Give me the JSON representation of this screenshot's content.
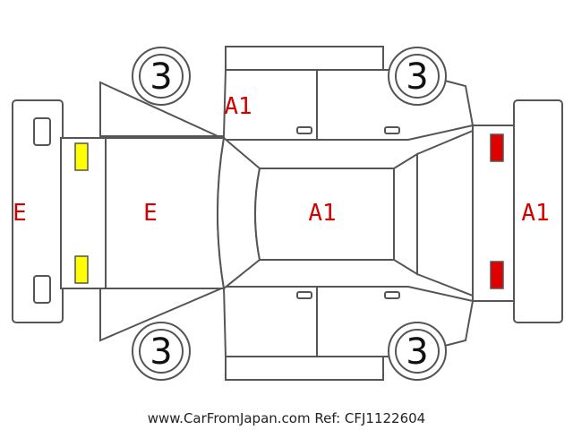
{
  "wheels": {
    "front_left": "3",
    "rear_left": "3",
    "front_right": "3",
    "rear_right": "3"
  },
  "damage_marks": {
    "front_bumper": "E",
    "hood": "E",
    "roof": "A1",
    "left_door": "A1",
    "rear_bumper": "A1"
  },
  "lamp_colors": {
    "front": "#ffff00",
    "rear": "#e00000"
  },
  "footer": "www.CarFromJapan.com Ref: CFJ1122604"
}
